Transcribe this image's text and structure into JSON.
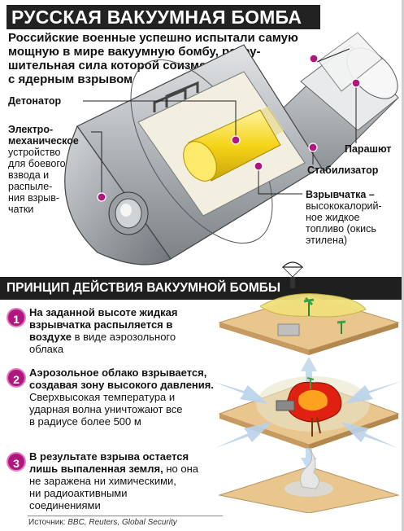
{
  "header": {
    "title": "РУССКАЯ ВАКУУМНАЯ БОМБА",
    "intro_lines": [
      "Российские военные успешно испытали самую",
      "мощную в мире вакуумную бомбу, разру-",
      "шительная сила которой соизмерима",
      "с ядерным взрывом"
    ]
  },
  "labels": {
    "detonator": "Детонатор",
    "electro_lines": [
      "Электро-",
      "механическое",
      "устройство",
      "для боевого",
      "взвода и",
      "распыле-",
      "ния взрыв-",
      "чатки"
    ],
    "parachute": "Парашют",
    "stabilizer": "Стабилизатор",
    "explosive_title": "Взрывчатка –",
    "explosive_desc_lines": [
      "высококалорий-",
      "ное жидкое",
      "топливо (окись",
      "этилена)"
    ]
  },
  "section": {
    "title": "ПРИНЦИП ДЕЙСТВИЯ ВАКУУМНОЙ БОМБЫ"
  },
  "steps": [
    {
      "num": "1",
      "bold_lines": [
        "На заданной высоте жидкая",
        "взрывчатка распыляется в",
        "воздухе"
      ],
      "rest_tail": " в виде аэрозольного",
      "rest_lines": [
        "облака"
      ]
    },
    {
      "num": "2",
      "bold_lines": [
        "Аэрозольное облако взрывается,",
        "создавая зону высокого давления."
      ],
      "rest_lines": [
        "Сверхвысокая температура и",
        "ударная волна уничтожают все",
        "в радиусе более 500 м"
      ]
    },
    {
      "num": "3",
      "bold_lines": [
        "В результате взрыва остается"
      ],
      "bold_tail": "лишь выпаленная земля,",
      "rest_tail": " но она",
      "rest_lines": [
        "не заражена ни химическими,",
        "ни радиоактивными",
        "соединениями"
      ]
    }
  ],
  "source": {
    "prefix": "Источник: ",
    "names": "BBC, Reuters, Global Security"
  },
  "colors": {
    "accent": "#b0177e",
    "dark_bar": "#1f1f1f",
    "explosive_yellow": "#f2d21a",
    "ground_tan": "#e6c08c",
    "cloud": "#f0e07a",
    "wave_blue": "#b9d2ea"
  }
}
